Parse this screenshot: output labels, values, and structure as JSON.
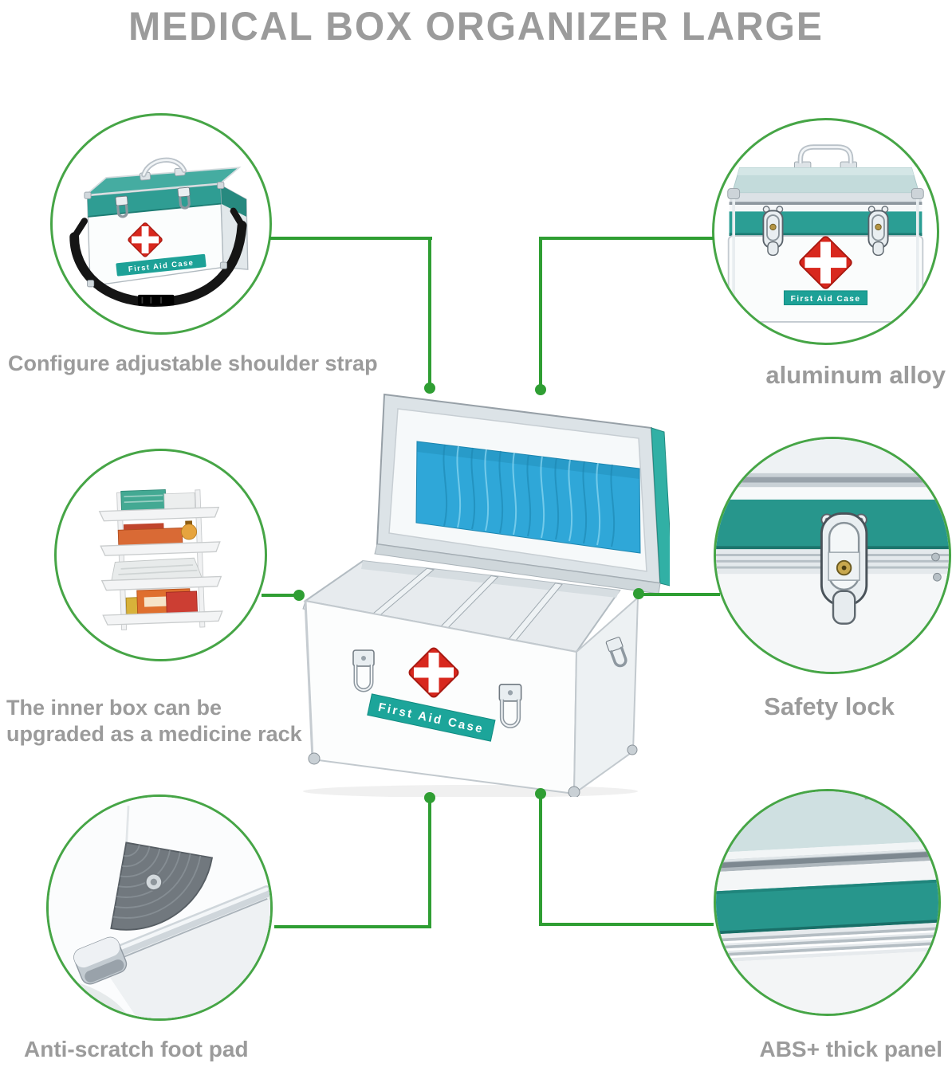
{
  "title": "MEDICAL BOX ORGANIZER LARGE",
  "product": {
    "label": "First Aid Case"
  },
  "features": {
    "shoulder_strap": {
      "caption": "Configure adjustable shoulder strap"
    },
    "aluminum_alloy": {
      "caption": "aluminum alloy"
    },
    "medicine_rack": {
      "caption_line1": "The inner box can be",
      "caption_line2": "upgraded as a medicine rack"
    },
    "safety_lock": {
      "caption": "Safety lock"
    },
    "foot_pad": {
      "caption": "Anti-scratch foot pad"
    },
    "abs_panel": {
      "caption": "ABS+ thick panel"
    }
  },
  "colors": {
    "connector_green": "#2f9e33",
    "circle_ring_green": "#46a546",
    "caption_gray": "#9b9b9b",
    "teal_band": "#2a9c92",
    "label_teal": "#1ca59a",
    "cross_red": "#d8281e",
    "pocket_blue": "#2fa7d8"
  }
}
